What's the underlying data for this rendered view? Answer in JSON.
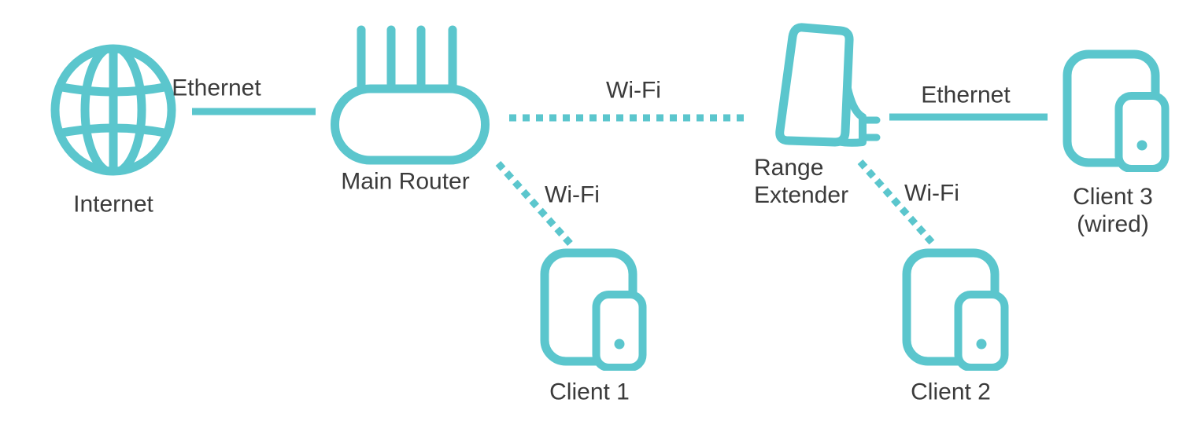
{
  "colors": {
    "accent": "#5BC6CD",
    "text": "#3B3B3B",
    "background": "#FFFFFF"
  },
  "nodes": {
    "internet": {
      "label": "Internet",
      "icon": "globe-icon"
    },
    "main_router": {
      "label": "Main Router",
      "icon": "router-icon"
    },
    "range_extender": {
      "label_line1": "Range",
      "label_line2": "Extender",
      "icon": "range-extender-icon"
    },
    "client1": {
      "label": "Client 1",
      "icon": "tablet-phone-icon"
    },
    "client2": {
      "label": "Client 2",
      "icon": "tablet-phone-icon"
    },
    "client3": {
      "label_line1": "Client 3",
      "label_line2": "(wired)",
      "icon": "tablet-phone-icon"
    }
  },
  "links": {
    "internet_to_router": {
      "label": "Ethernet",
      "style": "solid"
    },
    "router_to_extender": {
      "label": "Wi-Fi",
      "style": "dotted"
    },
    "router_to_client1": {
      "label": "Wi-Fi",
      "style": "dotted"
    },
    "extender_to_client2": {
      "label": "Wi-Fi",
      "style": "dotted"
    },
    "extender_to_client3": {
      "label": "Ethernet",
      "style": "solid"
    }
  }
}
